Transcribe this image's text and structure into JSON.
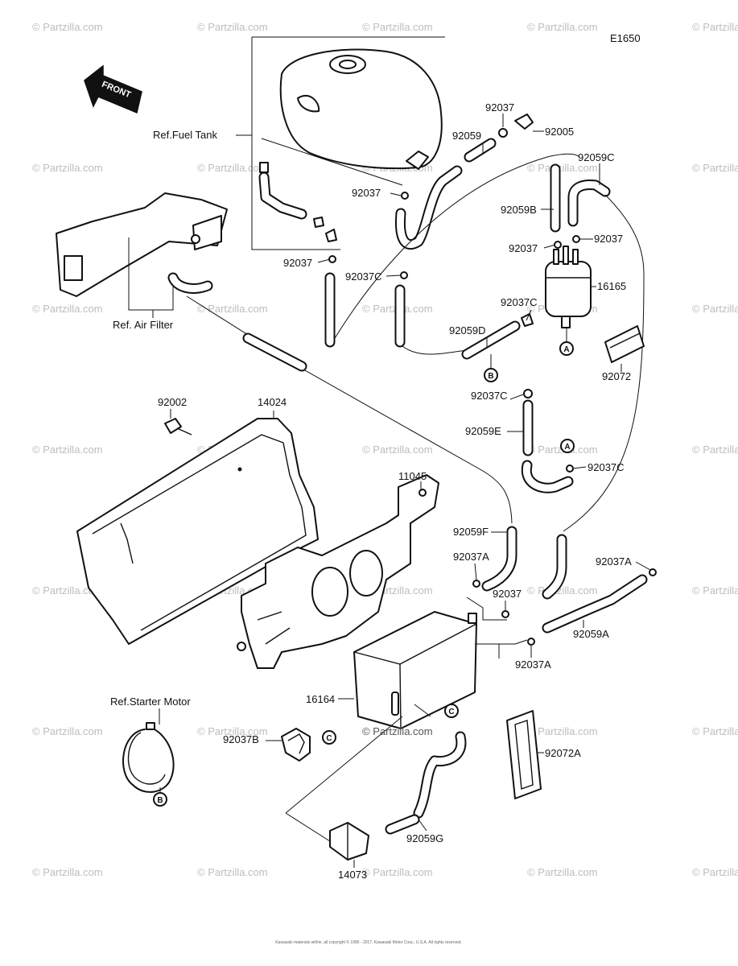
{
  "code": "E1650",
  "watermark": "© Partzilla.com",
  "front_label": "FRONT",
  "copyright": "Kawasaki materials within, all copyright © 1985 - 2017, Kawasaki Motor Corp., U.S.A. All rights reserved.",
  "refs": {
    "fuel_tank": "Ref.Fuel Tank",
    "air_filter": "Ref. Air Filter",
    "starter_motor": "Ref.Starter Motor"
  },
  "parts": {
    "p92037_top": "92037",
    "p92005": "92005",
    "p92059": "92059",
    "p92059C": "92059C",
    "p92037_tank": "92037",
    "p92059B": "92059B",
    "p92037_left": "92037",
    "p92037_right": "92037",
    "p92037_bottom": "92037",
    "p92037C_mid": "92037C",
    "p16165": "16165",
    "p92037C_filter": "92037C",
    "p92059D": "92059D",
    "p92072": "92072",
    "p92002": "92002",
    "p14024": "14024",
    "p92037C_lower": "92037C",
    "p92059E": "92059E",
    "p92037C_a": "92037C",
    "p11045": "11045",
    "p92059F": "92059F",
    "p92037A_left": "92037A",
    "p92037A_right": "92037A",
    "p92037_mid": "92037",
    "p92059A": "92059A",
    "p92037A_low": "92037A",
    "p16164": "16164",
    "p92037B": "92037B",
    "p92072A": "92072A",
    "p92059G": "92059G",
    "p14073": "14073"
  },
  "markers": {
    "A1": "A",
    "A2": "A",
    "B1": "B",
    "B2": "B",
    "C1": "C",
    "C2": "C"
  }
}
